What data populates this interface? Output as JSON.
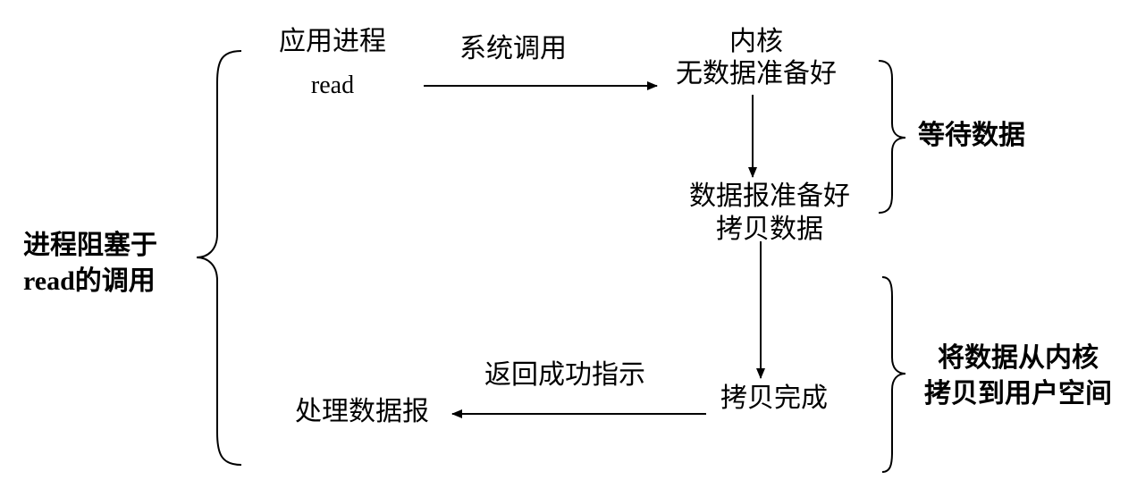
{
  "app_process": {
    "title": "应用进程",
    "call": "read",
    "process_data": "处理数据报"
  },
  "kernel": {
    "title": "内核",
    "no_data_ready": "无数据准备好",
    "datagram_ready": "数据报准备好",
    "copy_data": "拷贝数据",
    "copy_done": "拷贝完成"
  },
  "arrows": {
    "syscall": "系统调用",
    "return_success": "返回成功指示"
  },
  "phases": {
    "wait_data": "等待数据",
    "copy_line1": "将数据从内核",
    "copy_line2": "拷贝到用户空间"
  },
  "blocked": {
    "line1": "进程阻塞于",
    "line2_prefix": "read",
    "line2_suffix": "的调用"
  }
}
